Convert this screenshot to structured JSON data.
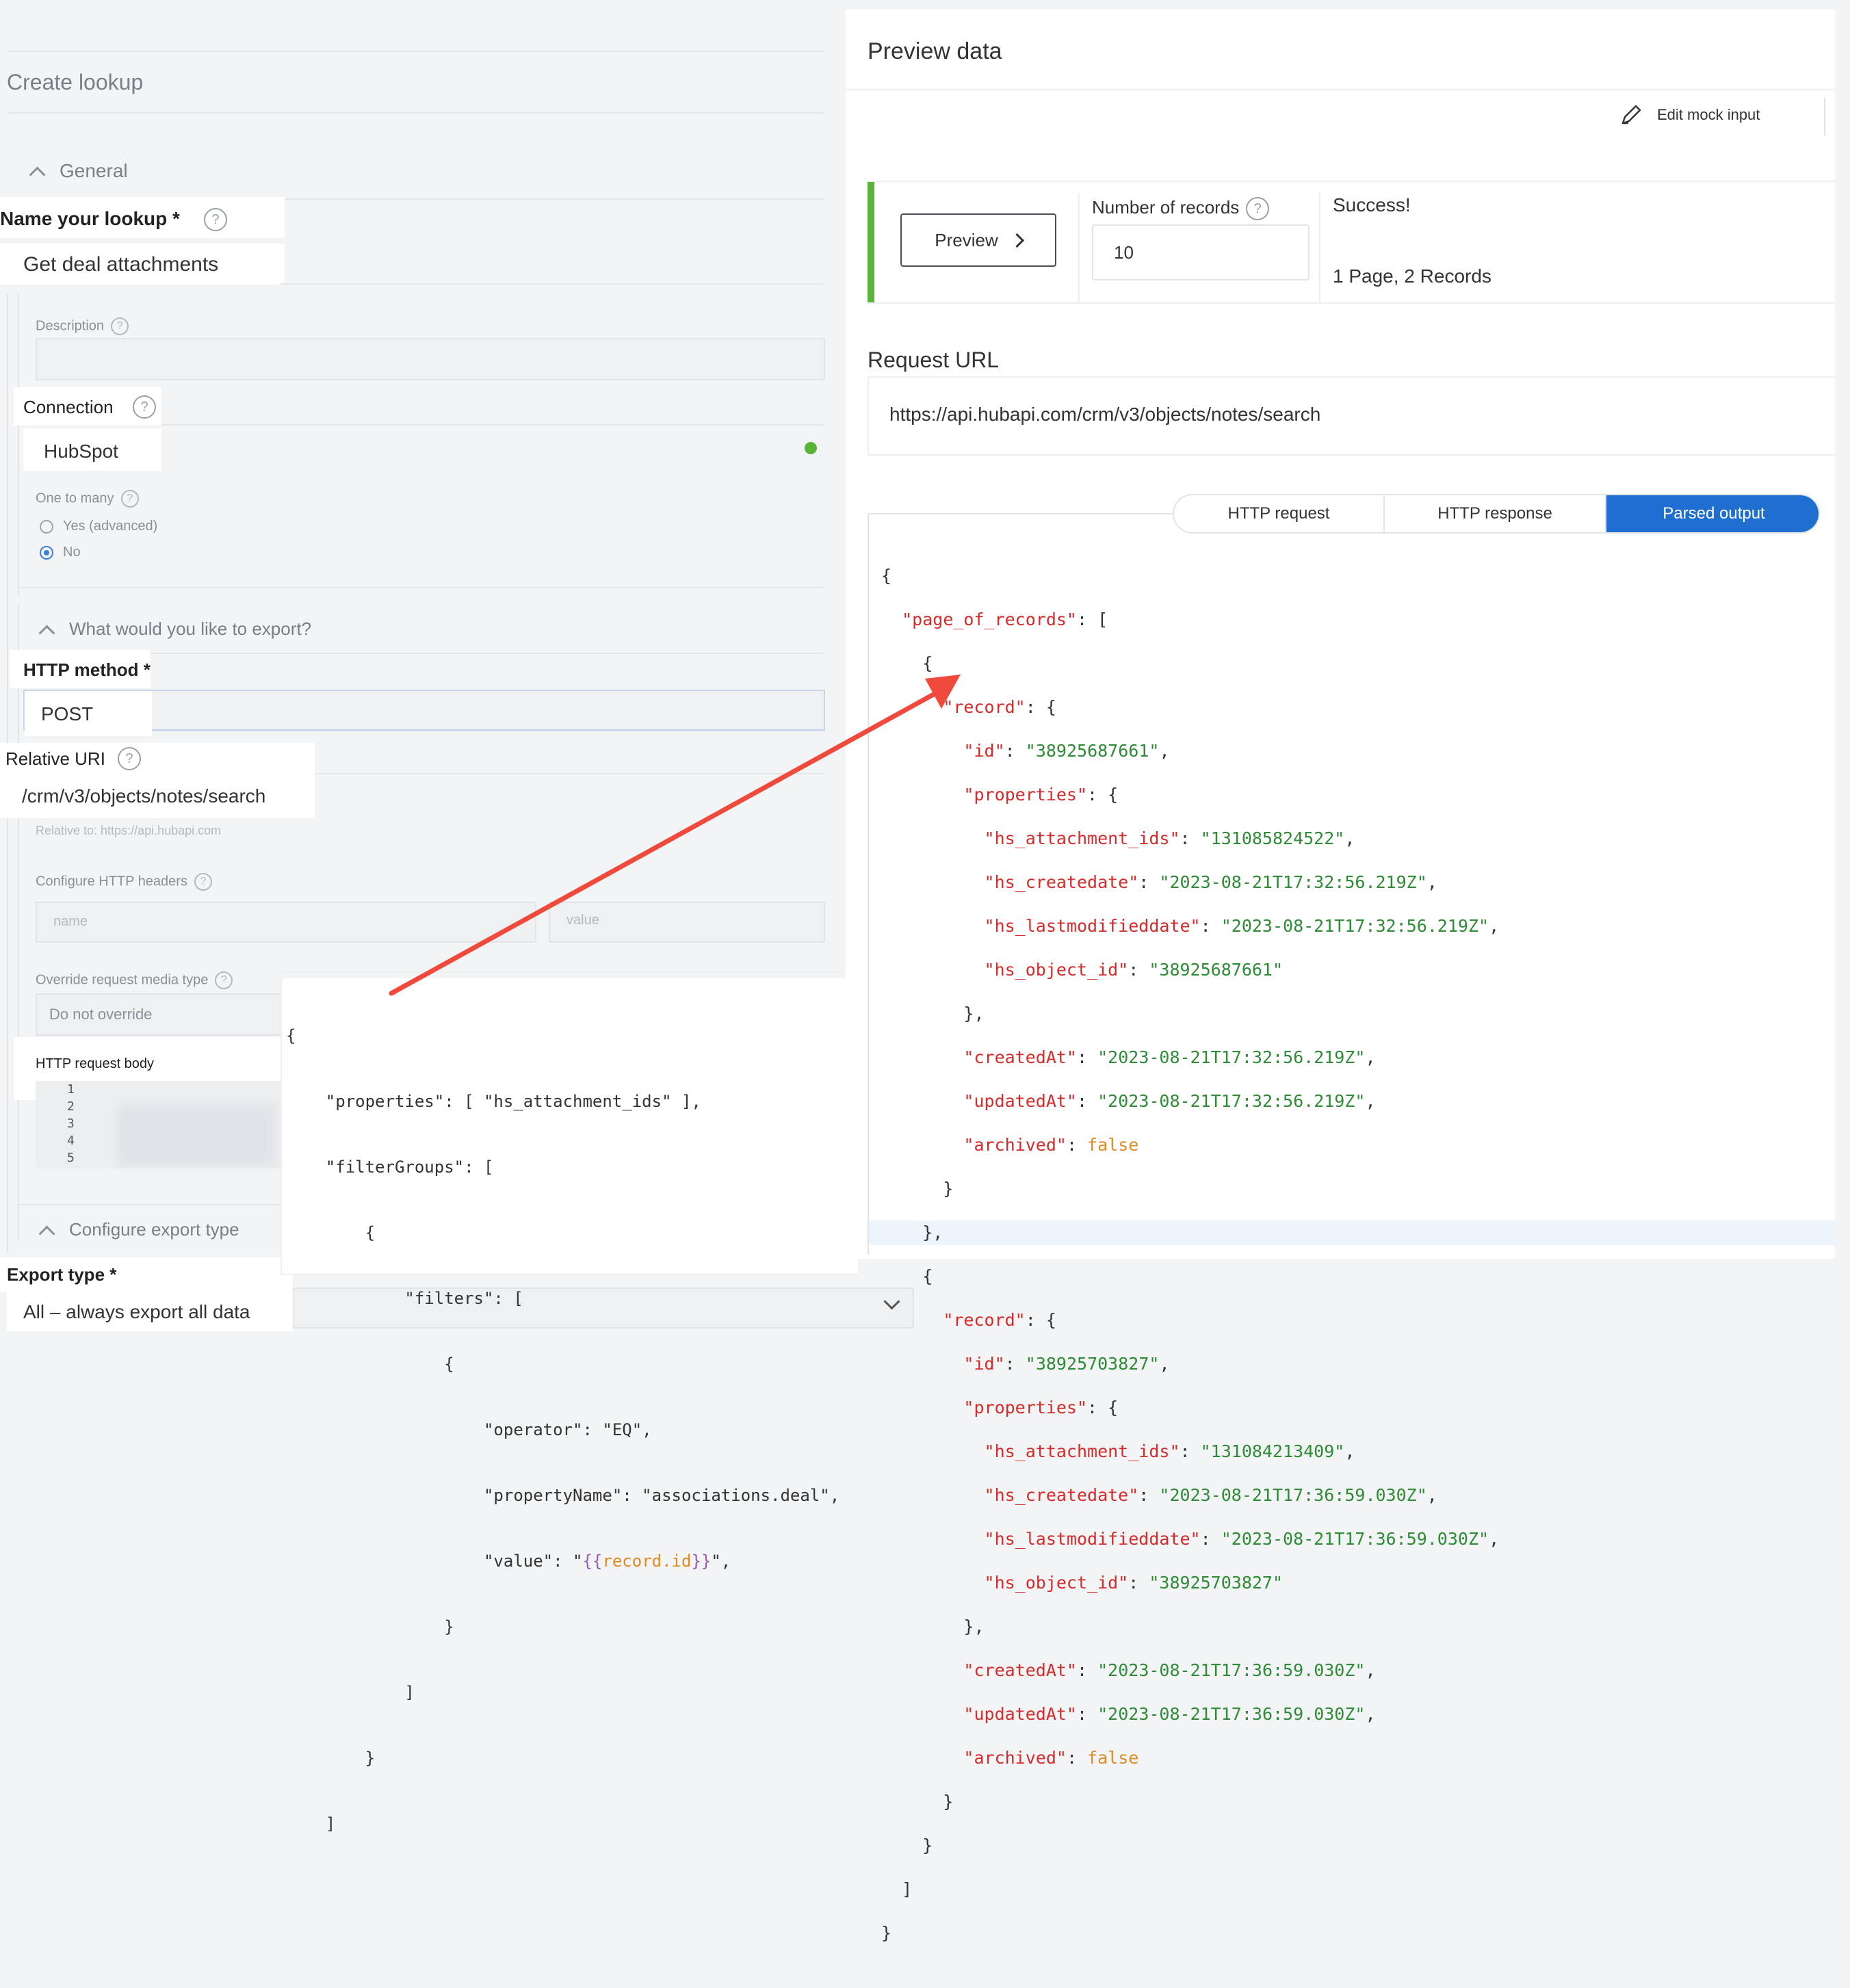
{
  "left": {
    "title": "Create lookup",
    "general_section": "General",
    "name": {
      "label": "Name your lookup *",
      "value": "Get deal attachments"
    },
    "description": {
      "label": "Description"
    },
    "connection": {
      "label": "Connection",
      "value": "HubSpot"
    },
    "one_to_many": {
      "label": "One to many",
      "options": [
        "Yes (advanced)",
        "No"
      ],
      "selected": "No"
    },
    "export_section": "What would you like to export?",
    "http_method": {
      "label": "HTTP method *",
      "value": "POST"
    },
    "relative_uri": {
      "label": "Relative URI",
      "value": "/crm/v3/objects/notes/search",
      "hint": "Relative to: https://api.hubapi.com"
    },
    "headers": {
      "label": "Configure HTTP headers",
      "name_placeholder": "name",
      "value_placeholder": "value"
    },
    "media_type": {
      "label": "Override request media type",
      "value": "Do not override"
    },
    "request_body": {
      "label": "HTTP request body",
      "line_numbers": [
        "1",
        "2",
        "3",
        "4",
        "5"
      ]
    },
    "export_type_section": "Configure export type",
    "export_type": {
      "label": "Export type *",
      "value": "All – always export all data"
    }
  },
  "request_body_code": {
    "lines": [
      "{",
      "    \"properties\": [ \"hs_attachment_ids\" ],",
      "    \"filterGroups\": [",
      "        {",
      "            \"filters\": [",
      "                {",
      "                    \"operator\": \"EQ\",",
      "                    \"propertyName\": \"associations.deal\",",
      "                    \"value\": \"",
      "                }",
      "            ]",
      "        }",
      "    ]"
    ],
    "template_open": "{{",
    "template_var": "record.id",
    "template_close": "}}"
  },
  "preview": {
    "title": "Preview data",
    "edit_mock_input": "Edit mock input",
    "preview_button": "Preview",
    "records_label": "Number of records",
    "records_value": "10",
    "status": "Success!",
    "summary": "1 Page, 2 Records",
    "request_url_label": "Request URL",
    "request_url": "https://api.hubapi.com/crm/v3/objects/notes/search",
    "tabs": [
      "HTTP request",
      "HTTP response",
      "Parsed output"
    ],
    "active_tab": "Parsed output",
    "records": [
      {
        "id": "38925687661",
        "hs_attachment_ids": "131085824522",
        "hs_createdate": "2023-08-21T17:32:56.219Z",
        "hs_lastmodifieddate": "2023-08-21T17:32:56.219Z",
        "hs_object_id": "38925687661",
        "createdAt": "2023-08-21T17:32:56.219Z",
        "updatedAt": "2023-08-21T17:32:56.219Z",
        "archived": "false"
      },
      {
        "id": "38925703827",
        "hs_attachment_ids": "131084213409",
        "hs_createdate": "2023-08-21T17:36:59.030Z",
        "hs_lastmodifieddate": "2023-08-21T17:36:59.030Z",
        "hs_object_id": "38925703827",
        "createdAt": "2023-08-21T17:36:59.030Z",
        "updatedAt": "2023-08-21T17:36:59.030Z",
        "archived": "false"
      }
    ]
  },
  "colors": {
    "accent_blue": "#1f6fd1",
    "success_green": "#5ab43c",
    "arrow_red": "#ef4a3c",
    "json_key": "#d62b2b",
    "json_string": "#2e8b36",
    "json_bool": "#e08b24"
  }
}
